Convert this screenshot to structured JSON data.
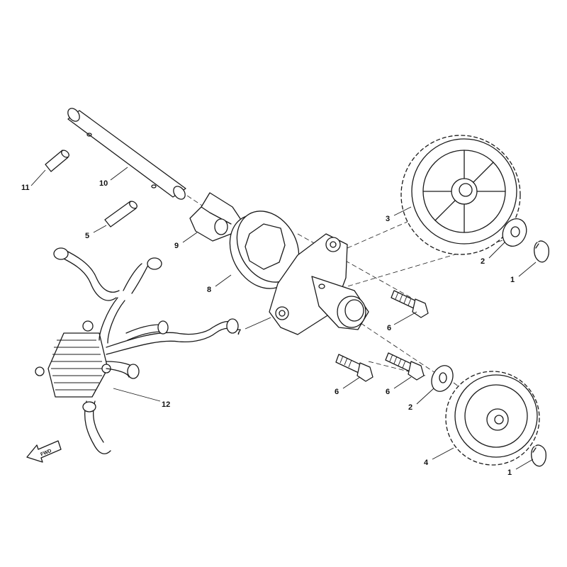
{
  "callouts": {
    "c1a": "1",
    "c1b": "1",
    "c2a": "2",
    "c2b": "2",
    "c3": "3",
    "c4": "4",
    "c5": "5",
    "c6a": "6",
    "c6b": "6",
    "c6c": "6",
    "c7": "7",
    "c8": "8",
    "c9": "9",
    "c10": "10",
    "c11": "11",
    "c12": "12"
  },
  "direction_marker": "FWD",
  "colors": {
    "line": "#1a1a1a",
    "background": "#ffffff"
  }
}
